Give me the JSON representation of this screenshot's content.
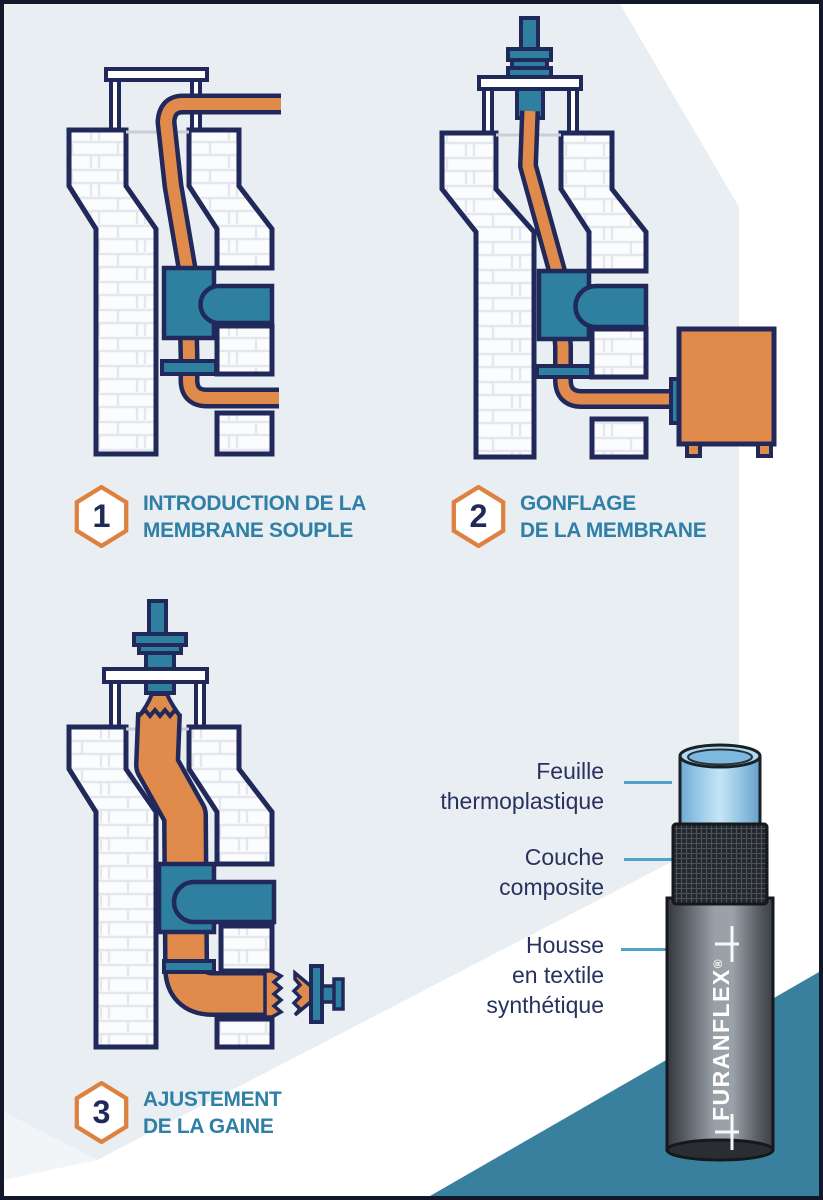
{
  "figure": {
    "type": "installation-process-infographic",
    "steps": [
      {
        "number": "1",
        "title": [
          "INTRODUCTION DE LA",
          "MEMBRANE SOUPLE"
        ]
      },
      {
        "number": "2",
        "title": [
          "GONFLAGE",
          "DE LA MEMBRANE"
        ]
      },
      {
        "number": "3",
        "title": [
          "AJUSTEMENT",
          "DE LA GAINE"
        ]
      }
    ],
    "product": {
      "brand_name": "FURANFLEX",
      "brand_mark": "®",
      "layer_labels": [
        {
          "lines": [
            "Feuille",
            "thermoplastique"
          ]
        },
        {
          "lines": [
            "Couche",
            "composite"
          ]
        },
        {
          "lines": [
            "Housse",
            "en textile",
            "synthétique"
          ]
        }
      ]
    },
    "colors": {
      "background_panel": "#E9EEF2",
      "accent_orange": "#E08A4C",
      "accent_teal": "#2E7FA0",
      "outline_navy": "#20295A",
      "title_teal": "#2F7FA6",
      "hexagon_orange": "#DE8140",
      "corner_triangle": "#38809E",
      "leader_line": "#4FA3CB",
      "label_navy": "#28325E"
    }
  }
}
